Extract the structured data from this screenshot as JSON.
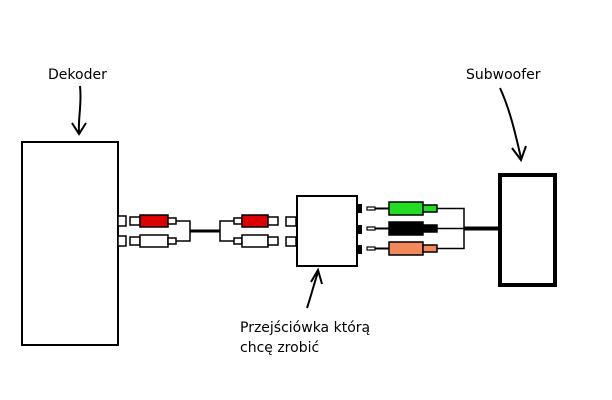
{
  "labels": {
    "decoder": "Dekoder",
    "subwoofer": "Subwoofer",
    "adapter_line1": "Przejściówka którą",
    "adapter_line2": "chcę zrobić"
  },
  "connectors": {
    "rca_top_color": "#dd0000",
    "rca_bottom_color": "#ffffff",
    "jack_top_color": "#22dd22",
    "jack_middle_color": "#000000",
    "jack_bottom_color": "#f08a5d"
  }
}
